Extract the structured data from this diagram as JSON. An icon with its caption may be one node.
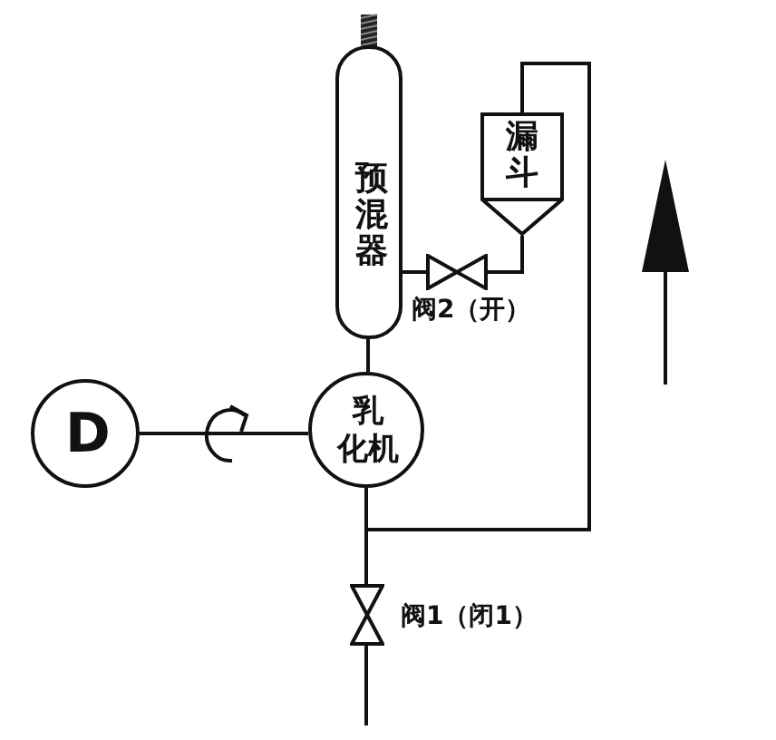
{
  "diagram": {
    "nodes": [
      {
        "text": [
          "预混器"
        ]
      },
      {
        "text": [
          "漏斗"
        ]
      },
      {
        "text": [
          "乳化机"
        ]
      },
      {
        "text": [
          "D"
        ]
      },
      {
        "text": [],
        "shape": "valve",
        "beside": [
          "阀2（开）"
        ]
      },
      {
        "text": [],
        "shape": "valve",
        "beside": [
          "阀1（闭1）"
        ]
      }
    ],
    "edges": [
      {
        "from": 0,
        "to": 2,
        "arrow": "none"
      },
      {
        "from": 0,
        "to": 4,
        "arrow": "none"
      },
      {
        "from": 4,
        "to": 1,
        "arrow": "none"
      },
      {
        "from": 2,
        "to": 5,
        "arrow": "none"
      },
      {
        "from": 2,
        "to": 1,
        "arrow": "none"
      },
      {
        "from": 3,
        "to": 2,
        "arrow": "none"
      },
      {
        "from": 5,
        "to": null,
        "arrow": "none"
      }
    ]
  }
}
